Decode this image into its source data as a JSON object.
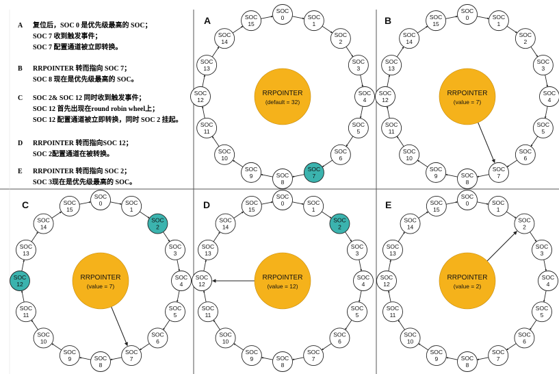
{
  "steps": [
    {
      "letter": "A",
      "lines": [
        "复位后，SOC 0 是优先级最高的 SOC；",
        "SOC 7 收到触发事件；",
        "SOC 7 配置通道被立即转换。"
      ]
    },
    {
      "letter": "B",
      "lines": [
        "RRPOINTER 转而指向 SOC 7；",
        "SOC 8 现在是优先级最高的 SOC。"
      ]
    },
    {
      "letter": "C",
      "lines": [
        "SOC 2& SOC 12 同时收到触发事件；",
        "SOC 12 首先出现在round robin wheel上；",
        "SOC 12 配置通道被立即转换，同时 SOC 2 挂起。"
      ]
    },
    {
      "letter": "D",
      "lines": [
        "RRPOINTER 转而指向SOC 12；",
        "SOC 2配置通道在被转换。"
      ]
    },
    {
      "letter": "E",
      "lines": [
        "RRPOINTER 转而指向 SOC 2；",
        "SOC 3现在是优先级最高的 SOC。"
      ]
    }
  ],
  "soc_label": "SOC",
  "soc_numbers": [
    "0",
    "1",
    "2",
    "3",
    "4",
    "5",
    "6",
    "7",
    "8",
    "9",
    "10",
    "11",
    "12",
    "13",
    "14",
    "15"
  ],
  "center_title": "RRPOINTER",
  "panels": [
    {
      "id": "A",
      "label": "A",
      "pointer_text": "(default = 32)",
      "pointer_target": null,
      "highlighted": [
        7
      ]
    },
    {
      "id": "B",
      "label": "B",
      "pointer_text": "(value = 7)",
      "pointer_target": 7,
      "highlighted": []
    },
    {
      "id": "C",
      "label": "C",
      "pointer_text": "(value = 7)",
      "pointer_target": 7,
      "highlighted": [
        2,
        12
      ]
    },
    {
      "id": "D",
      "label": "D",
      "pointer_text": "(value = 12)",
      "pointer_target": 12,
      "highlighted": [
        2
      ]
    },
    {
      "id": "E",
      "label": "E",
      "pointer_text": "(value = 2)",
      "pointer_target": 2,
      "highlighted": []
    }
  ],
  "colors": {
    "pointer_fill": "#F5B21B",
    "highlight_fill": "#3BB3AE",
    "node_fill": "#ffffff",
    "stroke": "#222222",
    "grid_line": "#555555"
  }
}
